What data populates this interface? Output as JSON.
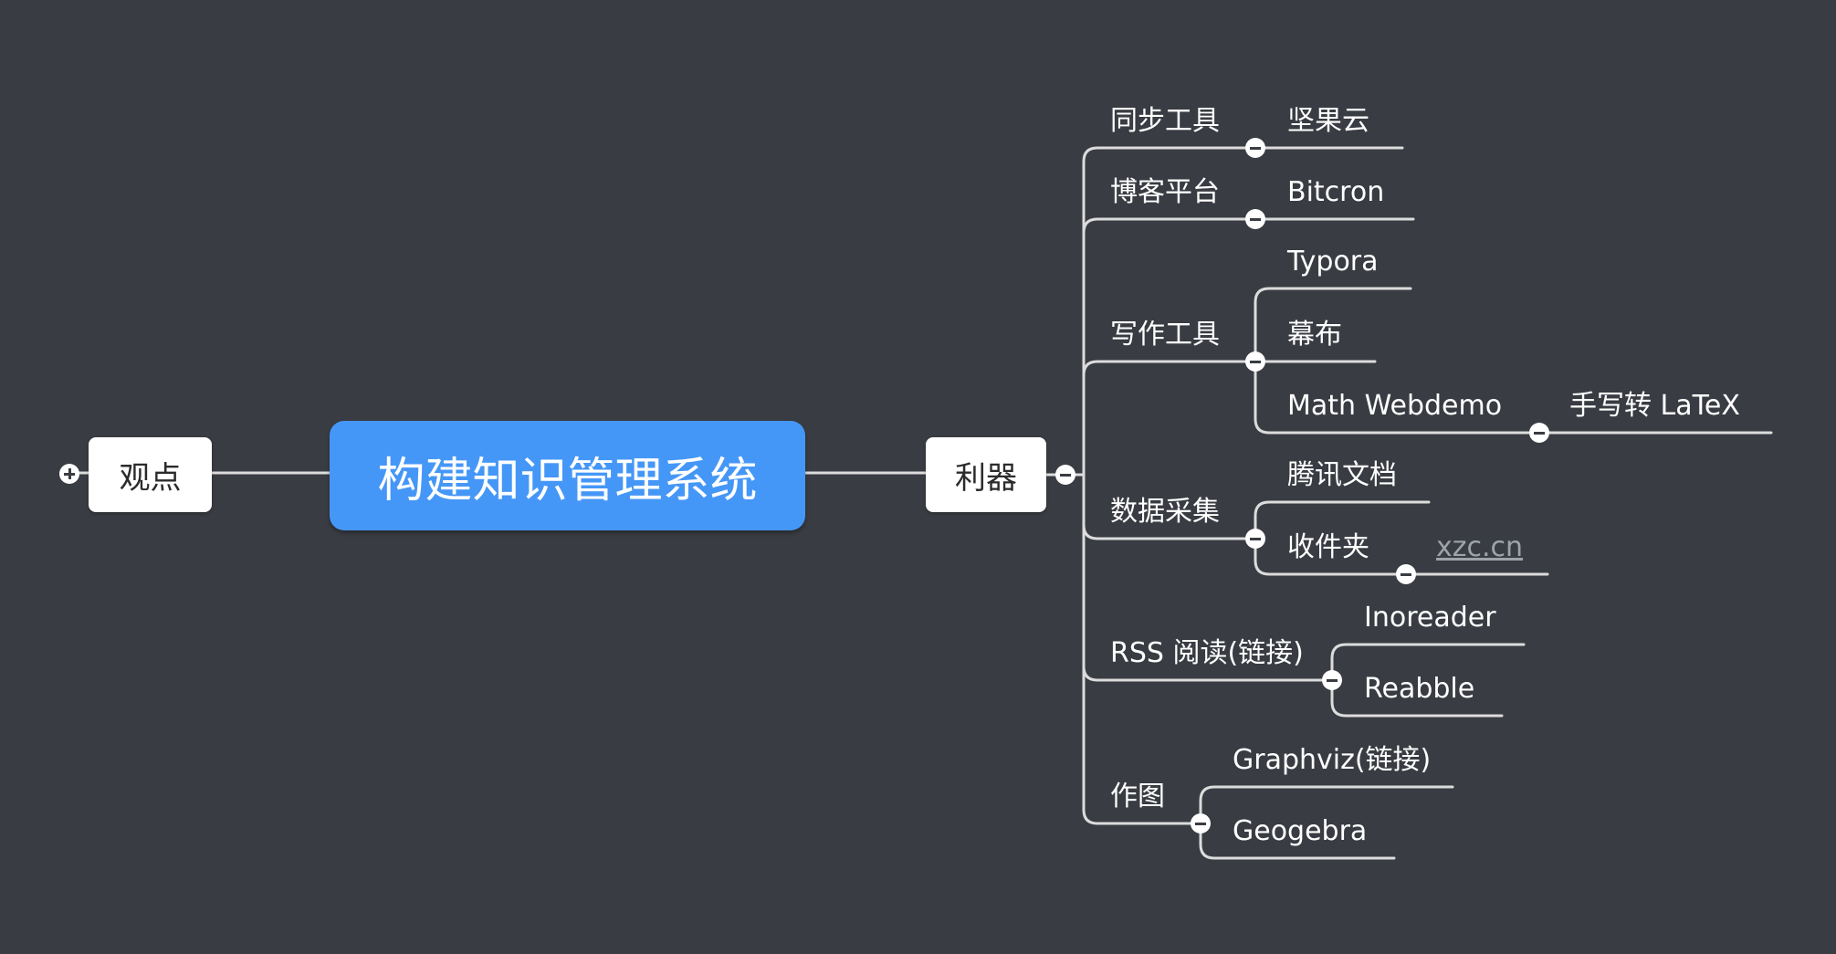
{
  "root": {
    "label": "构建知识管理系统"
  },
  "left": {
    "label": "观点"
  },
  "right": {
    "label": "利器"
  },
  "branches": [
    {
      "label": "同步工具",
      "children": [
        {
          "label": "坚果云"
        }
      ]
    },
    {
      "label": "博客平台",
      "children": [
        {
          "label": "Bitcron"
        }
      ]
    },
    {
      "label": "写作工具",
      "children": [
        {
          "label": "Typora"
        },
        {
          "label": "幕布"
        },
        {
          "label": "Math Webdemo",
          "children": [
            {
              "label": "手写转 LaTeX"
            }
          ]
        }
      ]
    },
    {
      "label": "数据采集",
      "children": [
        {
          "label": "腾讯文档"
        },
        {
          "label": "收件夹",
          "children": [
            {
              "label": "xzc.cn"
            }
          ]
        }
      ]
    },
    {
      "label": "RSS 阅读(链接)",
      "children": [
        {
          "label": "Inoreader"
        },
        {
          "label": "Reabble"
        }
      ]
    },
    {
      "label": "作图",
      "children": [
        {
          "label": "Graphviz(链接)"
        },
        {
          "label": "Geogebra"
        }
      ]
    }
  ],
  "colors": {
    "background": "#393c42",
    "root": "#4597f7",
    "line": "#dcdcdc",
    "link": "#9ea3ab"
  },
  "icons": {
    "expand": "plus-circle-icon",
    "collapse": "minus-circle-icon"
  }
}
